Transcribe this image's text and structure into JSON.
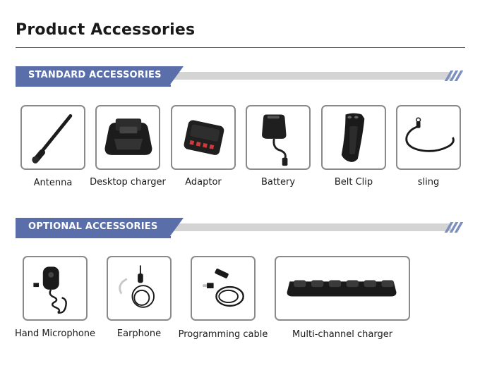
{
  "page": {
    "title": "Product Accessories"
  },
  "standard": {
    "heading": "STANDARD ACCESSORIES",
    "items": [
      {
        "label": "Antenna",
        "icon": "antenna-icon"
      },
      {
        "label": "Desktop charger",
        "icon": "desktop-charger-icon"
      },
      {
        "label": "Adaptor",
        "icon": "battery-pack-icon"
      },
      {
        "label": "Battery",
        "icon": "power-adapter-icon"
      },
      {
        "label": "Belt Clip",
        "icon": "belt-clip-icon"
      },
      {
        "label": "sling",
        "icon": "lanyard-icon"
      }
    ]
  },
  "optional": {
    "heading": "OPTIONAL ACCESSORIES",
    "items": [
      {
        "label": "Hand Microphone",
        "icon": "hand-microphone-icon"
      },
      {
        "label": "Earphone",
        "icon": "earphone-icon"
      },
      {
        "label": "Programming cable",
        "icon": "usb-cable-icon"
      },
      {
        "label": "Multi-channel charger",
        "icon": "multi-charger-icon"
      }
    ]
  },
  "colors": {
    "banner": "#5a6eaa",
    "bar": "#d4d4d4",
    "card_border": "#8a8a8a"
  }
}
